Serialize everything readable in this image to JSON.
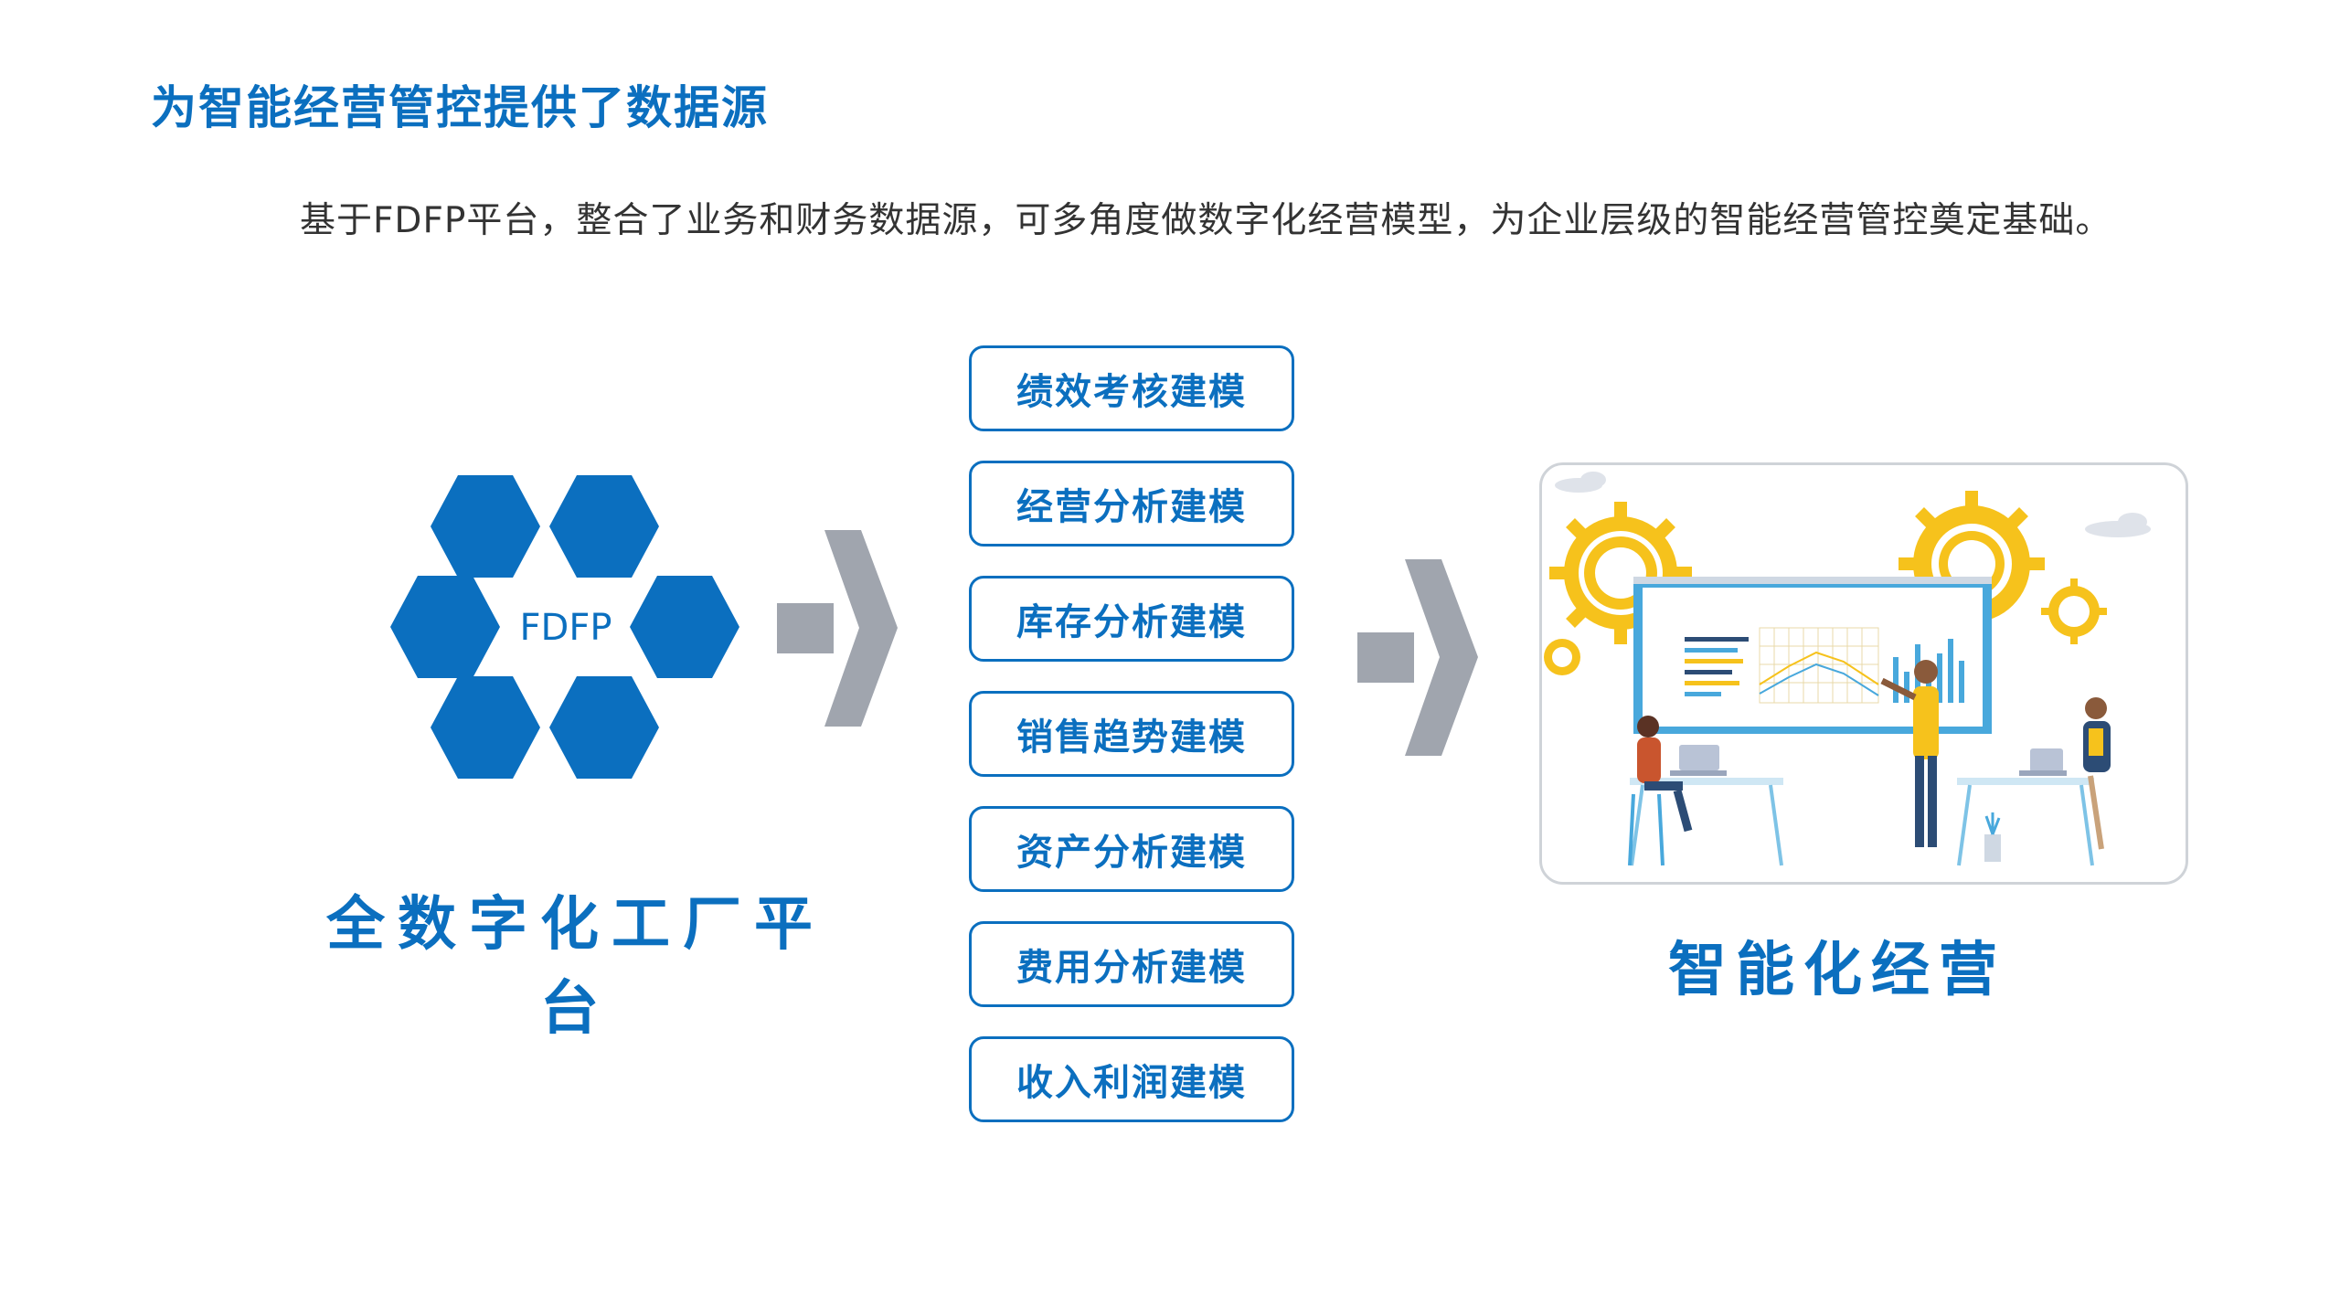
{
  "header": {
    "title": "为智能经营管控提供了数据源",
    "subtitle": "基于FDFP平台，整合了业务和财务数据源，可多角度做数字化经营模型，为企业层级的智能经营管控奠定基础。"
  },
  "platform": {
    "hex_label": "FDFP",
    "label": "全数字化工厂平台"
  },
  "models": [
    {
      "label": "绩效考核建模"
    },
    {
      "label": "经营分析建模"
    },
    {
      "label": "库存分析建模"
    },
    {
      "label": "销售趋势建模"
    },
    {
      "label": "资产分析建模"
    },
    {
      "label": "费用分析建模"
    },
    {
      "label": "收入利润建模"
    }
  ],
  "result": {
    "label": "智能化经营",
    "illustration": "business-analytics-illustration"
  },
  "colors": {
    "primary_blue": "#0b6fbf",
    "arrow_gray": "#a0a5ae",
    "gear_yellow": "#f6c21c"
  }
}
